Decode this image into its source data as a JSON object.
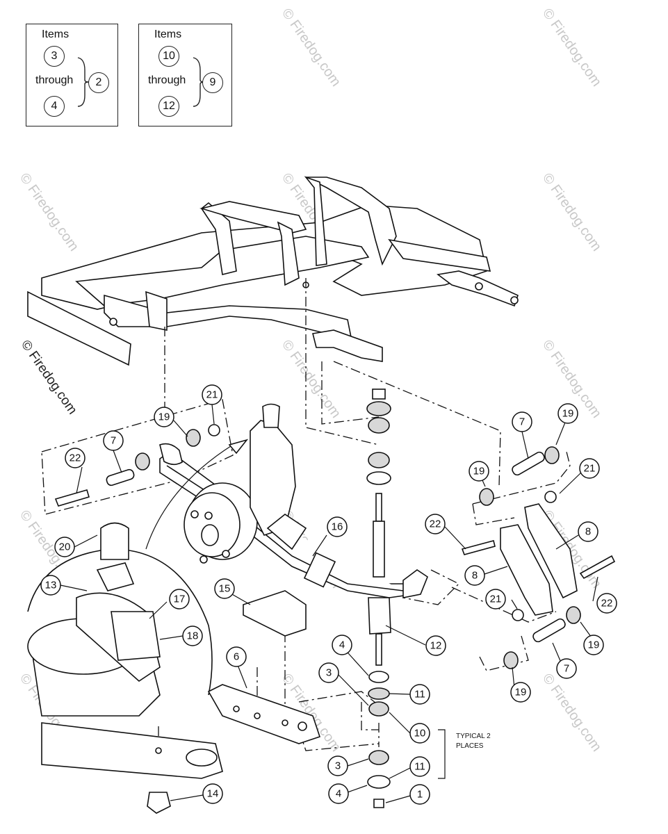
{
  "legends": [
    {
      "title": "Items",
      "from": "3",
      "through": "through",
      "to": "4",
      "parent": "2"
    },
    {
      "title": "Items",
      "from": "10",
      "through": "through",
      "to": "12",
      "parent": "9"
    }
  ],
  "callouts": {
    "c1": "1",
    "c3a": "3",
    "c3b": "3",
    "c4a": "4",
    "c4b": "4",
    "c6": "6",
    "c7a": "7",
    "c7b": "7",
    "c7c": "7",
    "c8a": "8",
    "c8b": "8",
    "c10": "10",
    "c11a": "11",
    "c11b": "11",
    "c12": "12",
    "c13": "13",
    "c14": "14",
    "c15": "15",
    "c16": "16",
    "c17": "17",
    "c18": "18",
    "c19a": "19",
    "c19b": "19",
    "c19c": "19",
    "c19d": "19",
    "c20": "20",
    "c21a": "21",
    "c21b": "21",
    "c21c": "21",
    "c22a": "22",
    "c22b": "22",
    "c22c": "22"
  },
  "note": {
    "line1": "TYPICAL 2",
    "line2": "PLACES"
  },
  "watermark": "© Firedog.com"
}
